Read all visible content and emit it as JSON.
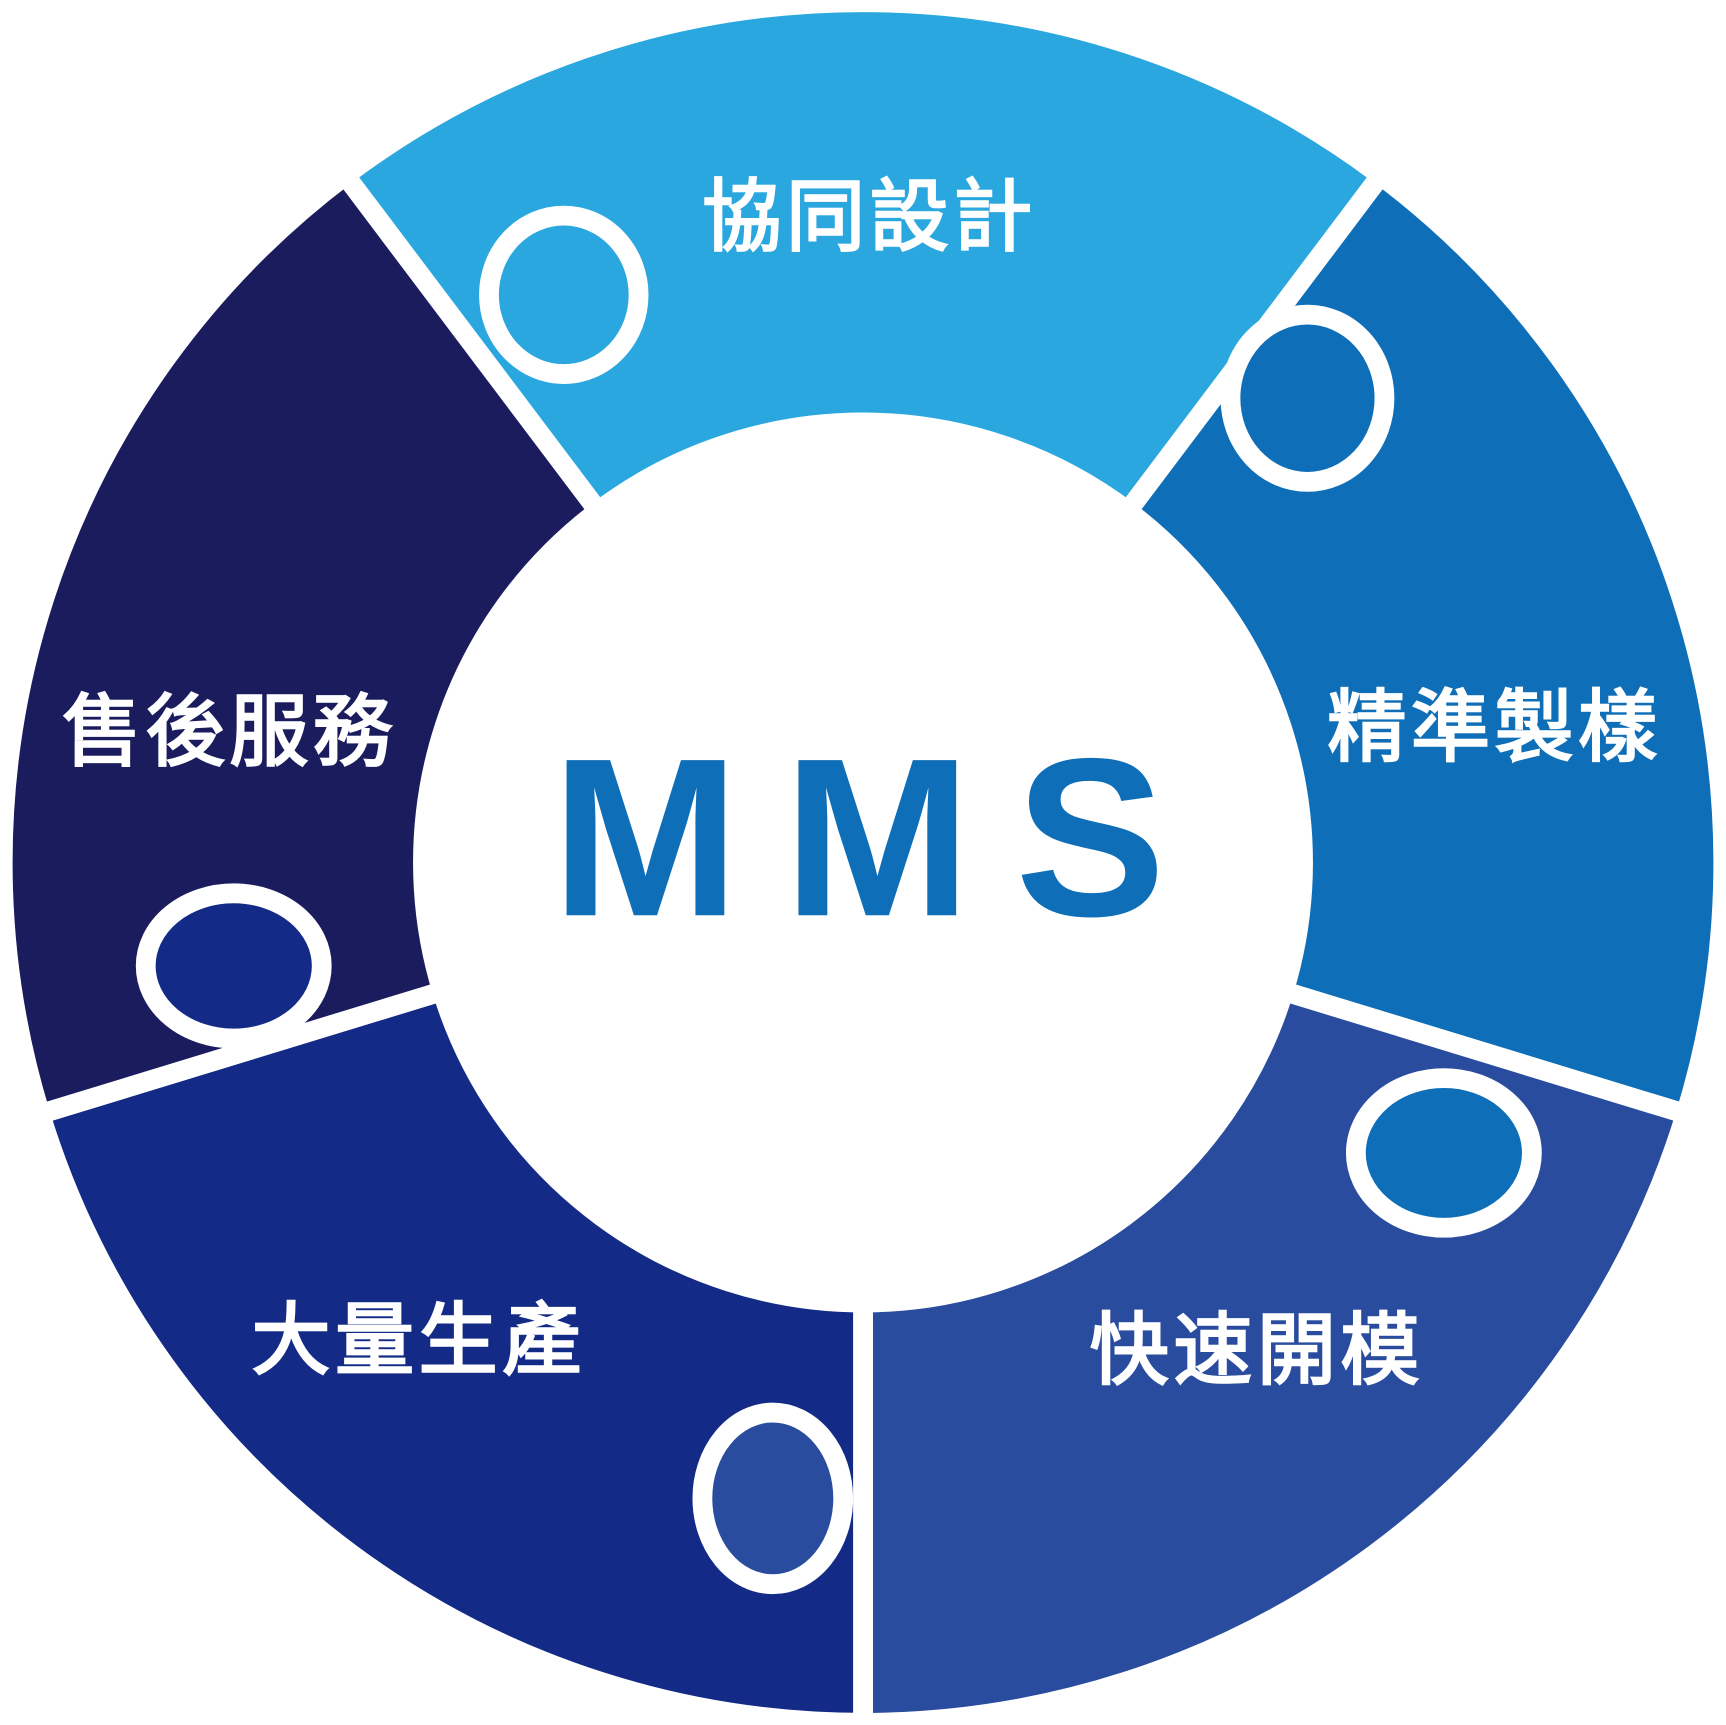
{
  "center_label": "MMS",
  "segments": [
    {
      "label": "協同設計",
      "color": "#2BA7DF"
    },
    {
      "label": "精準製樣",
      "color": "#0E6FB8"
    },
    {
      "label": "快速開模",
      "color": "#2A4C9E"
    },
    {
      "label": "大量生產",
      "color": "#132A87"
    },
    {
      "label": "售後服務",
      "color": "#1A1C5E"
    }
  ]
}
